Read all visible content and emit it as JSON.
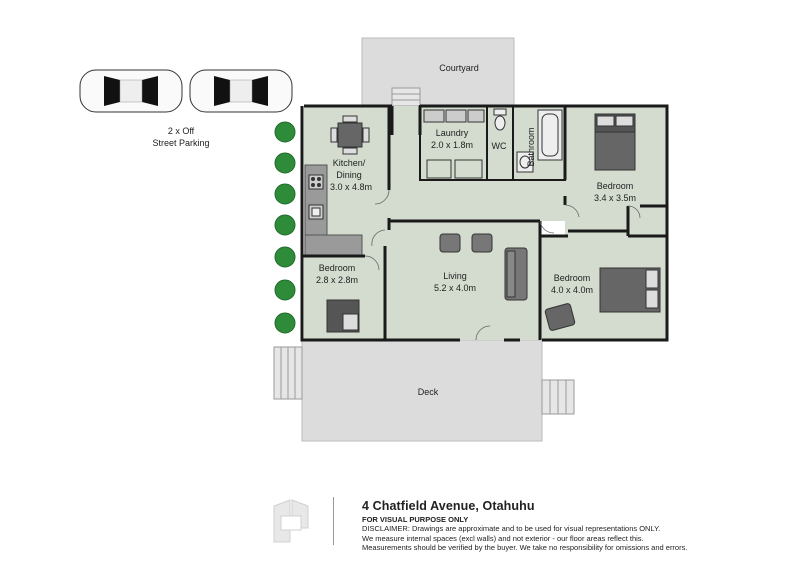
{
  "address": "4 Chatfield Avenue, Otahuhu",
  "visual_note": "FOR VISUAL PURPOSE ONLY",
  "disclaimer_lines": [
    "DISCLAIMER:  Drawings are approximate and to be used for visual representations ONLY.",
    "We measure internal spaces (excl walls) and not exterior - our floor areas reflect this.",
    "Measurements should be verified by the buyer. We take no responsibility for omissions and errors."
  ],
  "parking": {
    "line1": "2 x Off",
    "line2": "Street Parking"
  },
  "rooms": {
    "courtyard": {
      "name": "Courtyard"
    },
    "laundry": {
      "name": "Laundry",
      "size": "2.0 x 1.8m"
    },
    "wc": {
      "name": "WC"
    },
    "bathroom": {
      "name": "Bathroom"
    },
    "kitchen": {
      "name_line1": "Kitchen/",
      "name_line2": "Dining",
      "size": "3.0 x 4.8m"
    },
    "bedroom_ne": {
      "name": "Bedroom",
      "size": "3.4 x 3.5m"
    },
    "living": {
      "name": "Living",
      "size": "5.2 x 4.0m"
    },
    "bedroom_sw": {
      "name": "Bedroom",
      "size": "2.8 x 2.8m"
    },
    "bedroom_se": {
      "name": "Bedroom",
      "size": "4.0 x 4.0m"
    },
    "deck": {
      "name": "Deck"
    }
  },
  "colors": {
    "room_fill": "#d3dccf",
    "outdoor_fill": "#dcdcdc",
    "wall": "#1a1a1a",
    "tree": "#2e8b3a",
    "bench": "#8e8e8e"
  }
}
